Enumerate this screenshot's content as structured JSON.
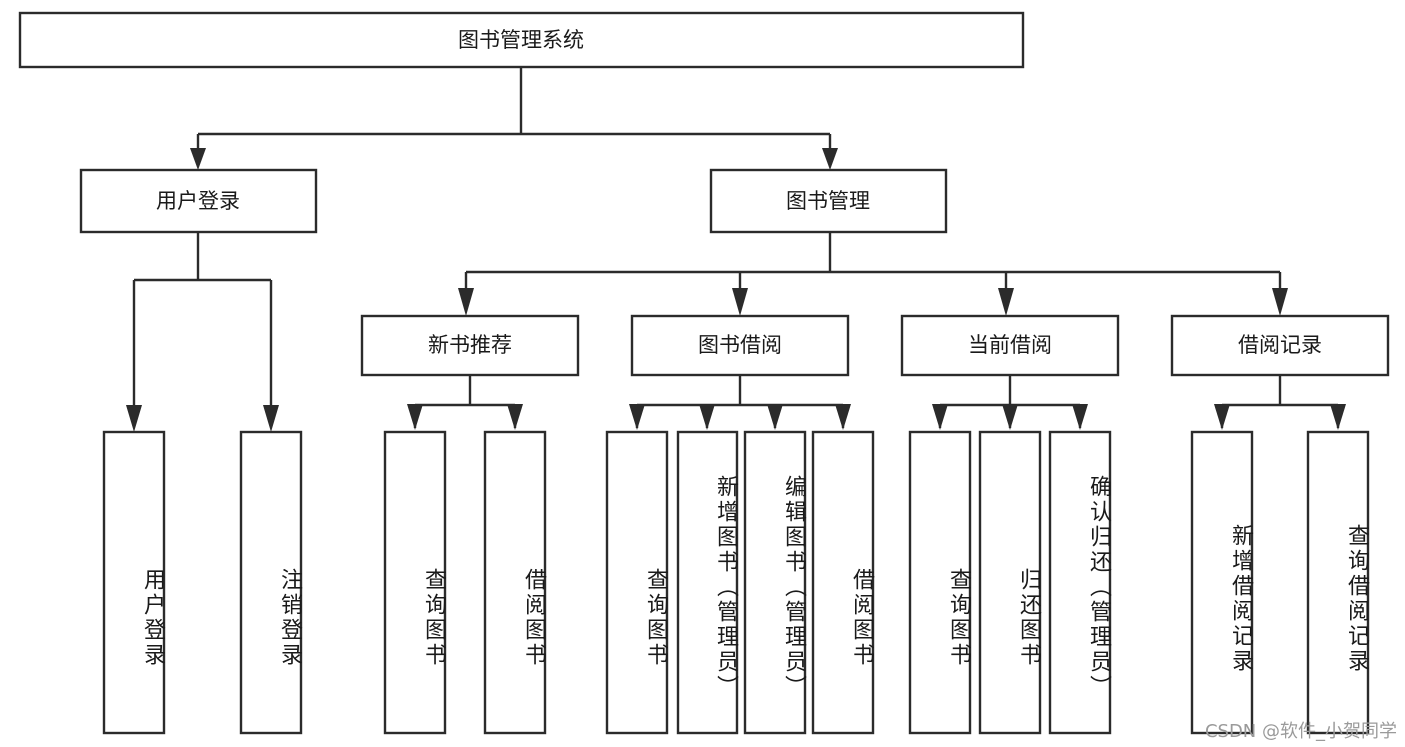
{
  "diagram": {
    "type": "tree-hierarchy",
    "title": "图书管理系统",
    "orientation": "top-down",
    "colors": {
      "box_stroke": "#2b2b2b",
      "box_fill": "#ffffff",
      "edge": "#2b2b2b",
      "text": "#1a1a1a",
      "watermark": "#9a9a9a",
      "background": "#ffffff"
    },
    "levels": {
      "root": {
        "label": "图书管理系统"
      },
      "level2": [
        {
          "label": "用户登录"
        },
        {
          "label": "图书管理"
        }
      ],
      "level3": [
        {
          "label": "新书推荐"
        },
        {
          "label": "图书借阅"
        },
        {
          "label": "当前借阅"
        },
        {
          "label": "借阅记录"
        }
      ]
    },
    "leaves": {
      "user_login": [
        {
          "label": "用户登录"
        },
        {
          "label": "注销登录"
        }
      ],
      "new_book_recommend": [
        {
          "label": "查询图书"
        },
        {
          "label": "借阅图书"
        }
      ],
      "book_borrow": [
        {
          "label": "查询图书"
        },
        {
          "label": "新增图书（管理员）"
        },
        {
          "label": "编辑图书（管理员）"
        },
        {
          "label": "借阅图书"
        }
      ],
      "current_borrow": [
        {
          "label": "查询图书"
        },
        {
          "label": "归还图书"
        },
        {
          "label": "确认归还（管理员）"
        }
      ],
      "borrow_records": [
        {
          "label": "新增借阅记录"
        },
        {
          "label": "查询借阅记录"
        }
      ]
    }
  },
  "watermark": {
    "text": "CSDN @软件_小贺同学"
  }
}
